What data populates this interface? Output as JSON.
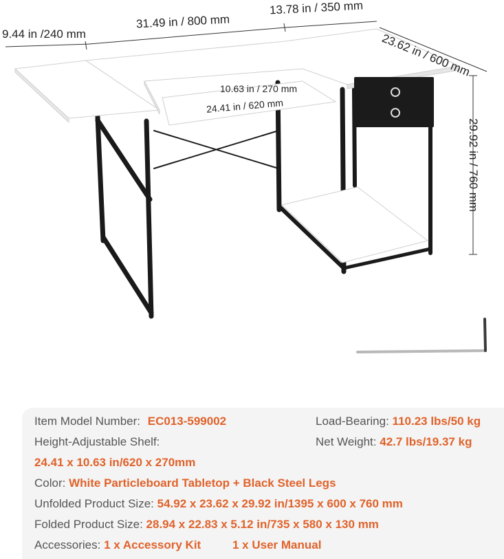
{
  "dimensions": {
    "left_wing": "9.44 in /240 mm",
    "main_width": "31.49 in / 800 mm",
    "right_wing": "13.78 in / 350 mm",
    "depth": "23.62 in / 600 mm",
    "height": "29.92 in / 760 mm",
    "shelf_depth": "10.63 in / 270 mm",
    "shelf_width": "24.41 in / 620 mm"
  },
  "specs": {
    "model_label": "Item Model Number:",
    "model_value": "EC013-599002",
    "load_label": "Load-Bearing:",
    "load_value": "110.23 lbs/50 kg",
    "shelf_label": "Height-Adjustable Shelf:",
    "net_label": "Net Weight:",
    "net_value": "42.7 lbs/19.37 kg",
    "shelf_value": "24.41 x 10.63 in/620 x 270mm",
    "color_label": "Color:",
    "color_value": "White Particleboard Tabletop + Black Steel Legs",
    "unfolded_label": "Unfolded Product Size:",
    "unfolded_value": "54.92 x 23.62 x 29.92 in/1395 x 600 x 760 mm",
    "folded_label": "Folded Product Size:",
    "folded_value": "28.94 x 22.83 x 5.12 in/735 x 580 x 130 mm",
    "accessories_label": "Accessories:",
    "accessory_1": "1 x Accessory Kit",
    "accessory_2": "1 x User Manual"
  },
  "colors": {
    "accent": "#e0622a",
    "panel": "#f4f4f4",
    "frame": "#1a1a1a",
    "top": "#ffffff"
  }
}
